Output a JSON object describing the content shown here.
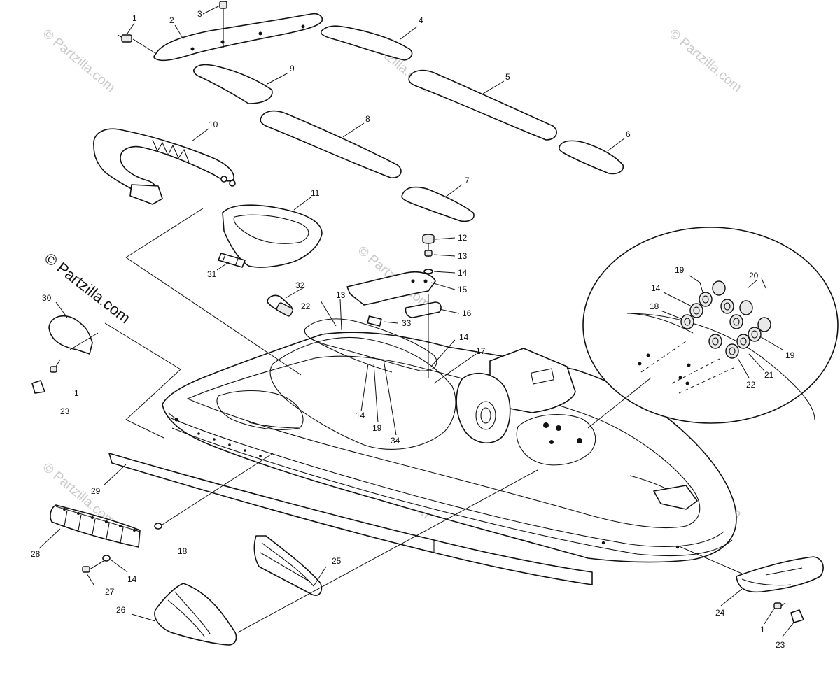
{
  "watermark": "© Partzilla.com",
  "brand_text": "© Partzilla.com",
  "callouts": [
    {
      "id": "c1a",
      "text": "1"
    },
    {
      "id": "c2",
      "text": "2"
    },
    {
      "id": "c3",
      "text": "3"
    },
    {
      "id": "c4",
      "text": "4"
    },
    {
      "id": "c5",
      "text": "5"
    },
    {
      "id": "c6",
      "text": "6"
    },
    {
      "id": "c7",
      "text": "7"
    },
    {
      "id": "c8",
      "text": "8"
    },
    {
      "id": "c9",
      "text": "9"
    },
    {
      "id": "c10",
      "text": "10"
    },
    {
      "id": "c11",
      "text": "11"
    },
    {
      "id": "c12",
      "text": "12"
    },
    {
      "id": "c13a",
      "text": "13"
    },
    {
      "id": "c14a",
      "text": "14"
    },
    {
      "id": "c15",
      "text": "15"
    },
    {
      "id": "c16",
      "text": "16"
    },
    {
      "id": "c31",
      "text": "31"
    },
    {
      "id": "c30",
      "text": "30"
    },
    {
      "id": "c1b",
      "text": "1"
    },
    {
      "id": "c23a",
      "text": "23"
    },
    {
      "id": "c32",
      "text": "32"
    },
    {
      "id": "c13b",
      "text": "13"
    },
    {
      "id": "c22a",
      "text": "22"
    },
    {
      "id": "c33",
      "text": "33"
    },
    {
      "id": "c14b",
      "text": "14"
    },
    {
      "id": "c17",
      "text": "17"
    },
    {
      "id": "c14c",
      "text": "14"
    },
    {
      "id": "c19a",
      "text": "19"
    },
    {
      "id": "c34",
      "text": "34"
    },
    {
      "id": "c19b",
      "text": "19"
    },
    {
      "id": "c20",
      "text": "20"
    },
    {
      "id": "c14d",
      "text": "14"
    },
    {
      "id": "c18a",
      "text": "18"
    },
    {
      "id": "c19c",
      "text": "19"
    },
    {
      "id": "c21",
      "text": "21"
    },
    {
      "id": "c22b",
      "text": "22"
    },
    {
      "id": "c29",
      "text": "29"
    },
    {
      "id": "c28",
      "text": "28"
    },
    {
      "id": "c18b",
      "text": "18"
    },
    {
      "id": "c14e",
      "text": "14"
    },
    {
      "id": "c27",
      "text": "27"
    },
    {
      "id": "c25",
      "text": "25"
    },
    {
      "id": "c26",
      "text": "26"
    },
    {
      "id": "c24",
      "text": "24"
    },
    {
      "id": "c1c",
      "text": "1"
    },
    {
      "id": "c23b",
      "text": "23"
    }
  ]
}
